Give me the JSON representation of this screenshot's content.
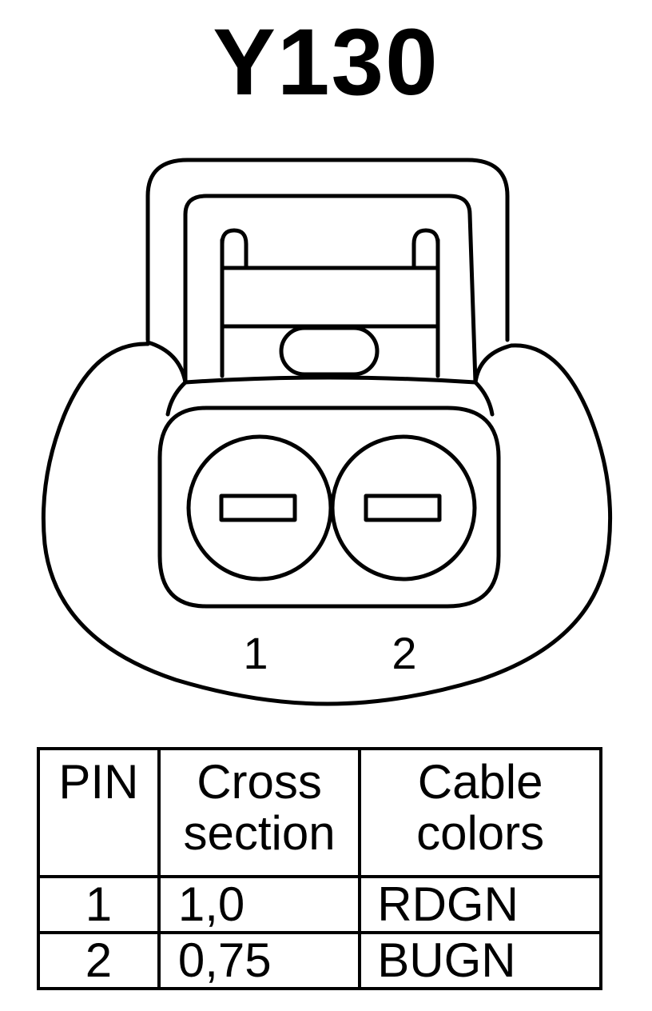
{
  "title": "Y130",
  "connector": {
    "pin_labels": [
      "1",
      "2"
    ]
  },
  "table": {
    "headers": {
      "pin": "PIN",
      "cross": [
        "Cross",
        "section"
      ],
      "color": [
        "Cable",
        "colors"
      ]
    },
    "rows": [
      {
        "pin": "1",
        "cross_section": "1,0",
        "cable_color": "RDGN"
      },
      {
        "pin": "2",
        "cross_section": "0,75",
        "cable_color": "BUGN"
      }
    ]
  }
}
